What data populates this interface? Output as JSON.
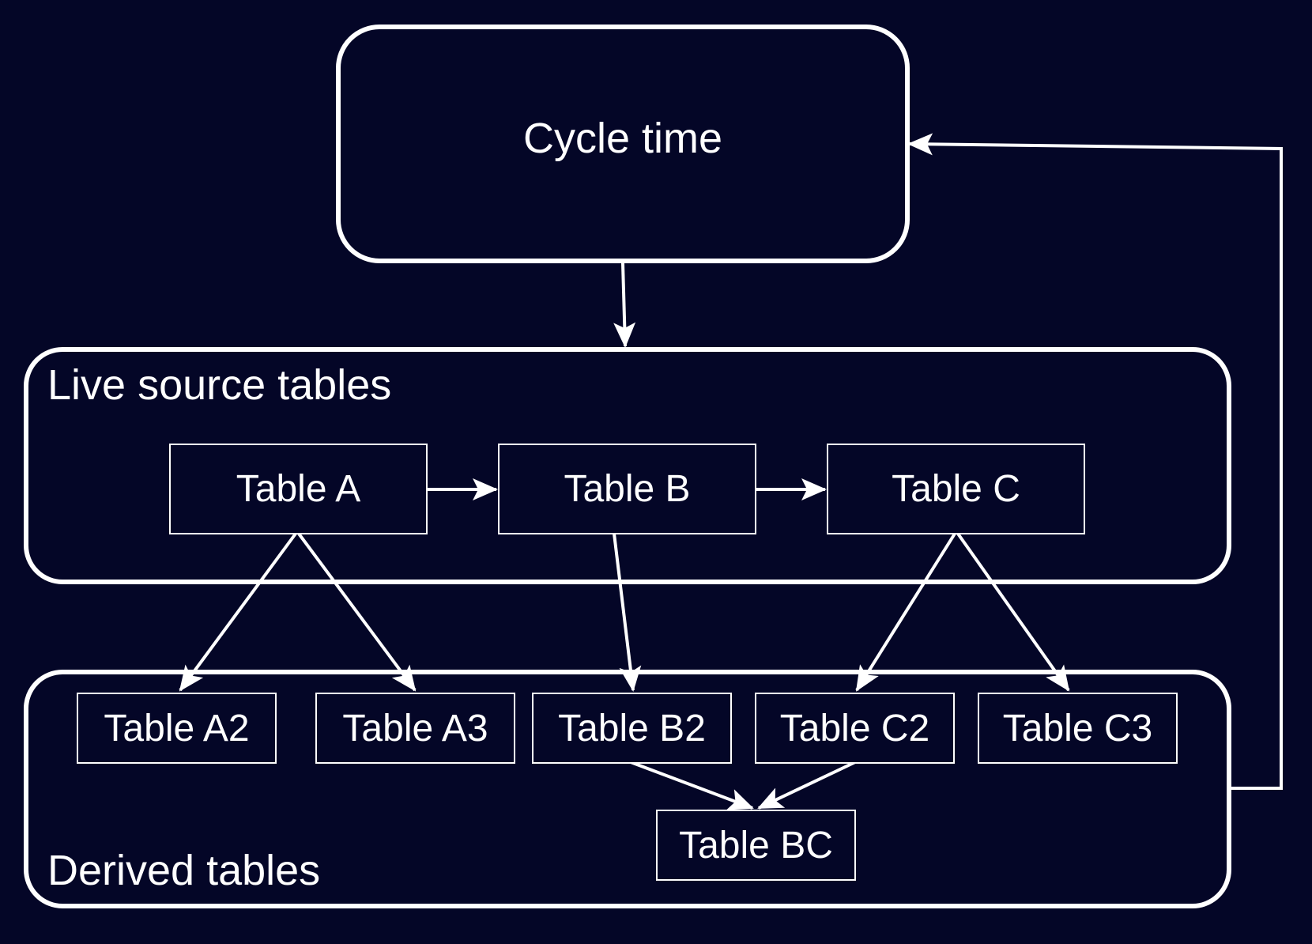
{
  "nodes": {
    "cycle_time": "Cycle time",
    "table_a": "Table A",
    "table_b": "Table B",
    "table_c": "Table C",
    "table_a2": "Table A2",
    "table_a3": "Table A3",
    "table_b2": "Table B2",
    "table_c2": "Table C2",
    "table_c3": "Table C3",
    "table_bc": "Table BC"
  },
  "groups": {
    "live_source": "Live source tables",
    "derived": "Derived tables"
  },
  "edges": [
    {
      "from": "cycle_time",
      "to": "live_source"
    },
    {
      "from": "table_a",
      "to": "table_b"
    },
    {
      "from": "table_b",
      "to": "table_c"
    },
    {
      "from": "table_a",
      "to": "table_a2"
    },
    {
      "from": "table_a",
      "to": "table_a3"
    },
    {
      "from": "table_b",
      "to": "table_b2"
    },
    {
      "from": "table_c",
      "to": "table_c2"
    },
    {
      "from": "table_c",
      "to": "table_c3"
    },
    {
      "from": "table_b2",
      "to": "table_bc"
    },
    {
      "from": "table_c2",
      "to": "table_bc"
    },
    {
      "from": "derived",
      "to": "cycle_time"
    }
  ],
  "colors": {
    "background": "#040627",
    "stroke": "#ffffff",
    "text": "#ffffff"
  }
}
